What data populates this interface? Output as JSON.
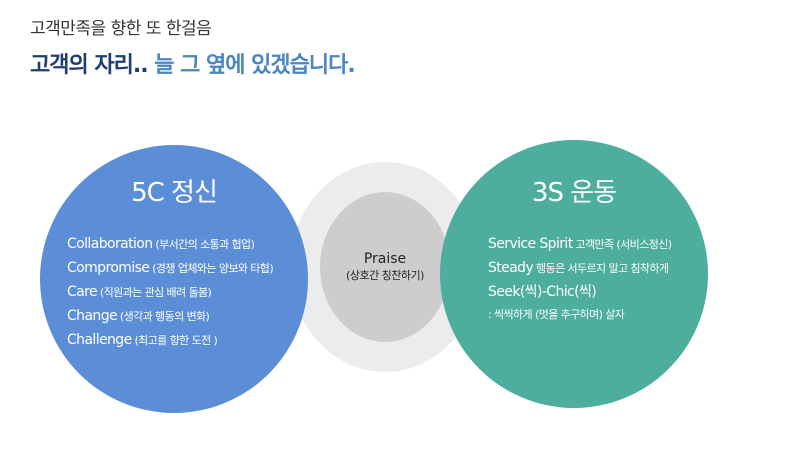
{
  "header": {
    "subtitle": "고객만족을 향한 또 한걸음",
    "title_dark": "고객의 자리..",
    "title_light": " 늘 그 옆에 있겠습니다."
  },
  "center": {
    "title": "Praise",
    "subtitle": "(상호간 칭찬하기)"
  },
  "left_circle": {
    "title": "5C 정신",
    "items": [
      {
        "term": "Collaboration",
        "desc": " (부서간의 소통과 협업)"
      },
      {
        "term": "Compromise",
        "desc": " (경쟁 업체와는 양보와 타협)"
      },
      {
        "term": "Care",
        "desc": " (직원과는 관심 배려 돌봄)"
      },
      {
        "term": "Change",
        "desc": " (생각과 행동의 변화)"
      },
      {
        "term": "Challenge",
        "desc": " (최고를 향한 도전 )"
      }
    ]
  },
  "right_circle": {
    "title": "3S 운동",
    "items": [
      {
        "term": "Service Spirit",
        "desc": " 고객만족 (서비스정신)"
      },
      {
        "term": "Steady",
        "desc": " 행동은 서두르지 말고 침착하게"
      },
      {
        "term": "Seek(씩)-Chic(씩)",
        "desc": ""
      }
    ],
    "note": ": 씩씩하게 (멋을 추구하며)  살자"
  },
  "colors": {
    "left_circle": "#5b8ed6",
    "right_circle": "#4dae9e",
    "center_circle": "#cdcdcd",
    "title_dark": "#1f3f74",
    "title_light": "#4a86c0"
  }
}
